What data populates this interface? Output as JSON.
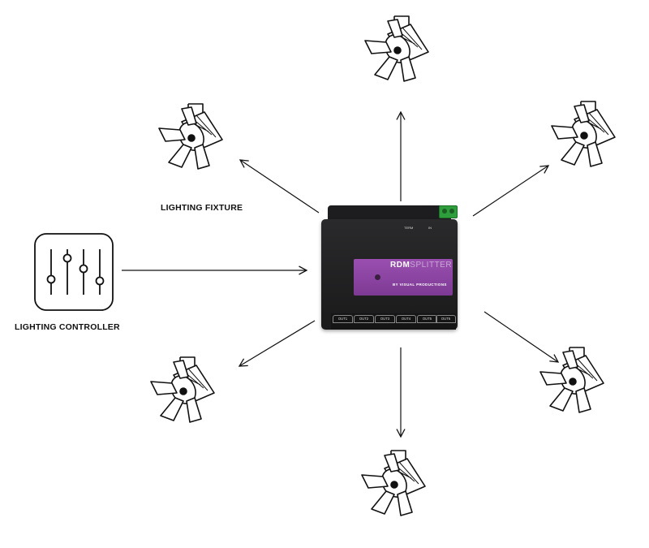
{
  "labels": {
    "lighting_fixture": "LIGHTING FIXTURE",
    "lighting_controller": "LIGHTING CONTROLLER"
  },
  "device": {
    "brand_bold": "RDM",
    "brand_light": "SPLITTER",
    "tagline": "BY VISUAL PRODUCTIONS",
    "top_labels": [
      "TERM",
      "IN"
    ],
    "ports": [
      "OUT1",
      "OUT2",
      "OUT3",
      "OUT4",
      "OUT5",
      "OUT6"
    ]
  },
  "colors": {
    "line": "#111111",
    "device_body": "#1f1f21",
    "panel": "#8b44a3",
    "connector": "#2e9d3c"
  },
  "icons": {
    "fixture": "stage-spotlight-icon",
    "controller": "mixing-faders-icon"
  }
}
